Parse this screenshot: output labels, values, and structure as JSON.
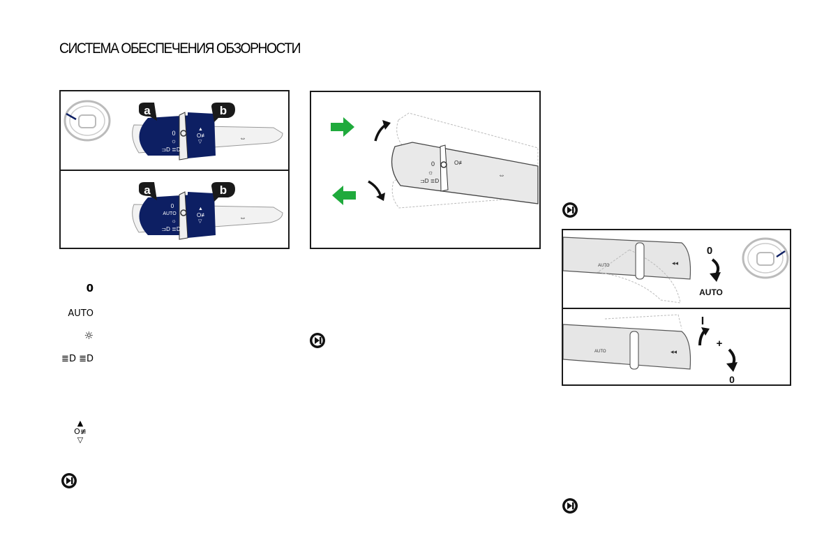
{
  "page": {
    "title": "СИСТЕМА ОБЕСПЕЧЕНИЯ ОБЗОРНОСТИ"
  },
  "figure1": {
    "callout_a": "a",
    "callout_b": "b",
    "top_lever": {
      "labels": [
        "0",
        "☼",
        "⊐D ≣D"
      ]
    },
    "bottom_lever": {
      "labels": [
        "0",
        "AUTO",
        "☼",
        "⊐D ≣D"
      ]
    }
  },
  "legend": {
    "items": [
      {
        "symbol": "0"
      },
      {
        "symbol": "AUTO"
      },
      {
        "symbol": "☼"
      },
      {
        "symbol": "≣D ≣D"
      }
    ],
    "fog_symbol": {
      "up": "▲",
      "mid": "O≢",
      "down": "▽"
    }
  },
  "figure3": {
    "top": {
      "from": "0",
      "to": "AUTO"
    },
    "bottom": {
      "top": "I",
      "plus": "+",
      "bottom": "0"
    }
  },
  "colors": {
    "lever_blue": "#0d1f63",
    "arrow_green": "#1faa3c",
    "frame": "#1a1a1a"
  }
}
